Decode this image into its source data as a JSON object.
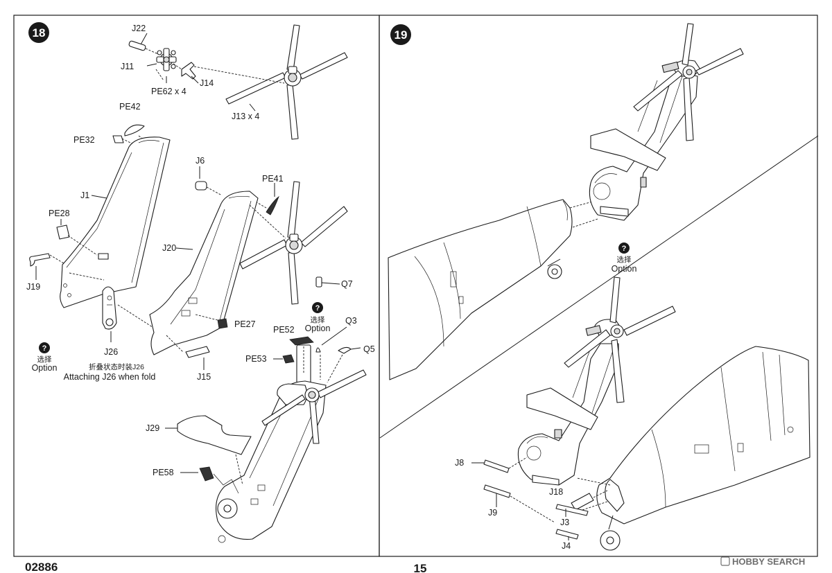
{
  "footer": {
    "code": "02886",
    "page": "15",
    "watermark": "HOBBY SEARCH"
  },
  "step18": {
    "number": "18",
    "labels": {
      "J22": "J22",
      "J11": "J11",
      "J14": "J14",
      "PE62x4": "PE62 x 4",
      "J13x4": "J13 x 4",
      "PE42": "PE42",
      "PE32": "PE32",
      "J1": "J1",
      "J6": "J6",
      "PE41": "PE41",
      "PE28": "PE28",
      "J20": "J20",
      "J19": "J19",
      "J26": "J26",
      "PE27": "PE27",
      "Q7": "Q7",
      "Q3": "Q3",
      "PE52": "PE52",
      "Q5": "Q5",
      "PE53": "PE53",
      "J15": "J15",
      "J29": "J29",
      "PE58": "PE58"
    },
    "option_a": {
      "cn": "选择",
      "en": "Option"
    },
    "option_b": {
      "cn": "选择",
      "en": "Option"
    },
    "note_cn": "折叠状态时装J26",
    "note_en": "Attaching J26 when fold"
  },
  "step19": {
    "number": "19",
    "option": {
      "cn": "选择",
      "en": "Option"
    },
    "labels": {
      "J8": "J8",
      "J9": "J9",
      "J18": "J18",
      "J3": "J3",
      "J4": "J4"
    }
  }
}
